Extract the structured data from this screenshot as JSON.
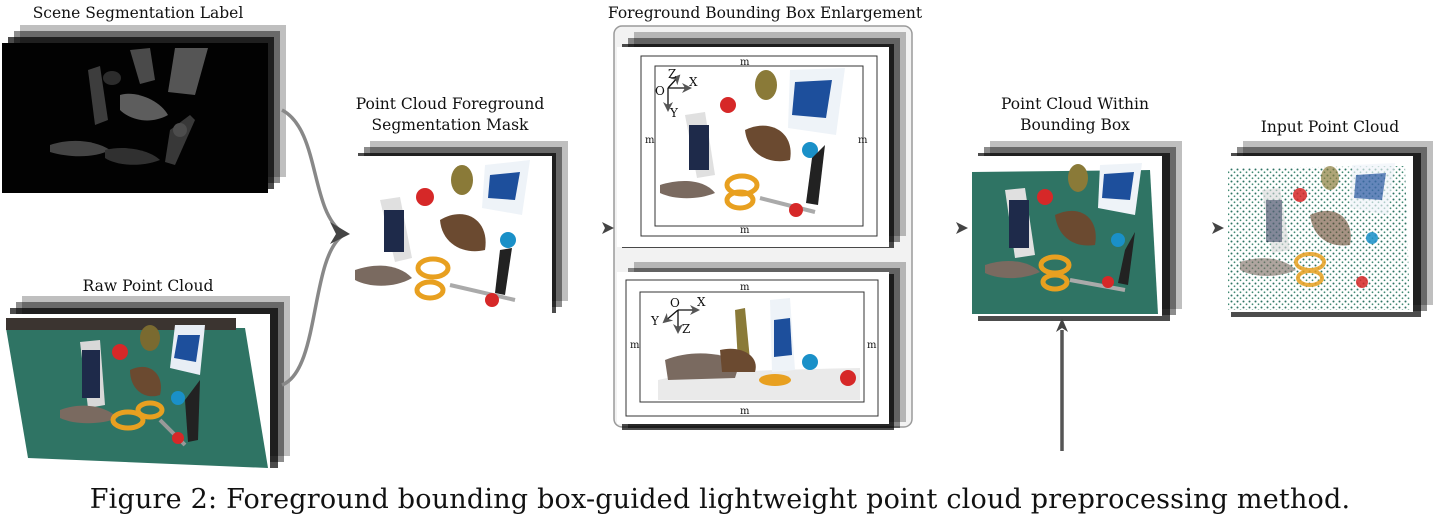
{
  "panels": {
    "scene_label": "Scene Segmentation Label",
    "raw_cloud": "Raw Point Cloud",
    "mask_line1": "Point Cloud Foreground",
    "mask_line2": "Segmentation Mask",
    "enlarge": "Foreground Bounding Box Enlargement",
    "within_line1": "Point Cloud Within",
    "within_line2": "Bounding Box",
    "input": "Input Point Cloud"
  },
  "enlarge_marks": {
    "margin": "m",
    "top_axes": {
      "x": "X",
      "y": "Y",
      "z": "Z",
      "o": "O"
    },
    "bottom_axes": {
      "x": "X",
      "y": "Y",
      "z": "Z",
      "o": "O"
    }
  },
  "caption": "Figure 2: Foreground bounding box-guided lightweight point cloud preprocessing method.",
  "colors": {
    "table_green": "#2f7464",
    "flow_arrow": "#666666",
    "frame_border": "#9a9a9a"
  }
}
